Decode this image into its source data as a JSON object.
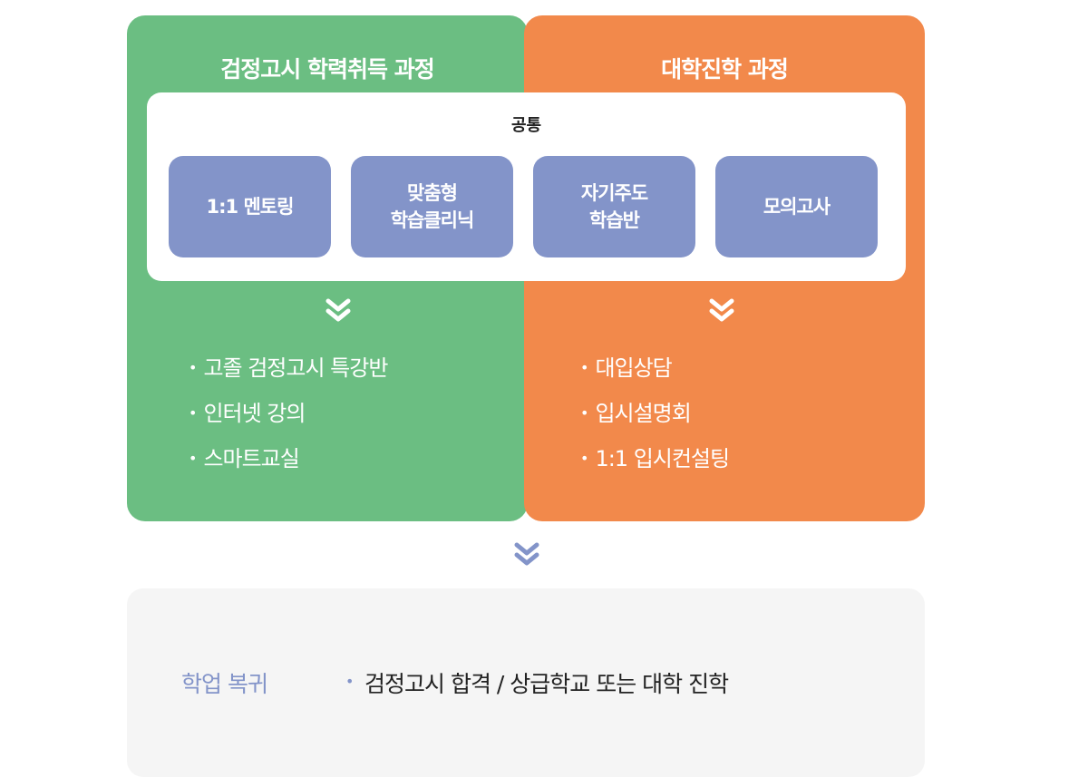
{
  "left_column": {
    "title": "검정고시 학력취득 과정",
    "items": [
      "고졸 검정고시 특강반",
      "인터넷 강의",
      "스마트교실"
    ]
  },
  "right_column": {
    "title": "대학진학 과정",
    "items": [
      "대입상담",
      "입시설명회",
      "1:1 입시컨설팅"
    ]
  },
  "common": {
    "title": "공통",
    "cards": [
      "1:1 멘토링",
      "맞춤형\n학습클리닉",
      "자기주도\n학습반",
      "모의고사"
    ]
  },
  "result": {
    "label": "학업 복귀",
    "text": "검정고시 합격 / 상급학교 또는 대학 진학"
  },
  "colors": {
    "green": "#6bbe82",
    "orange": "#f2894b",
    "blue": "#8394c9"
  }
}
